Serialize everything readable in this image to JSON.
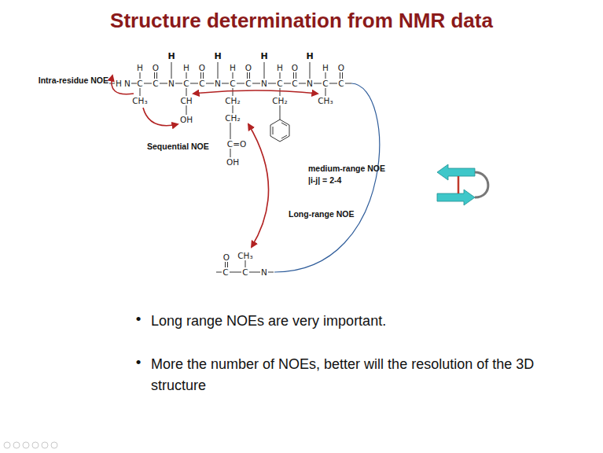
{
  "diagram": {
    "title": "Structure determination from NMR data",
    "labels": [
      "Intra-residue NOE",
      "H",
      "N",
      "C",
      "C",
      "N",
      "C",
      "C",
      "N",
      "C",
      "C",
      "N",
      "C",
      "C",
      "N",
      "C",
      "C",
      "H",
      "O",
      "H",
      "H",
      "O",
      "H",
      "H",
      "O",
      "H",
      "H",
      "O",
      "H",
      "H",
      "O",
      "CH₃",
      "CH",
      "OH",
      "CH₂",
      "CH₂",
      "C=O",
      "OH",
      "CH₂",
      "CH₃",
      "Sequential NOE",
      "medium-range NOE",
      "|i-j| = 2-4",
      "Long-range NOE",
      "O",
      "CH₃",
      "C",
      "C",
      "N",
      "•",
      "Long range NOEs are very important.",
      "•",
      "More the number of NOEs, better will the resolution of the 3D structure"
    ]
  }
}
